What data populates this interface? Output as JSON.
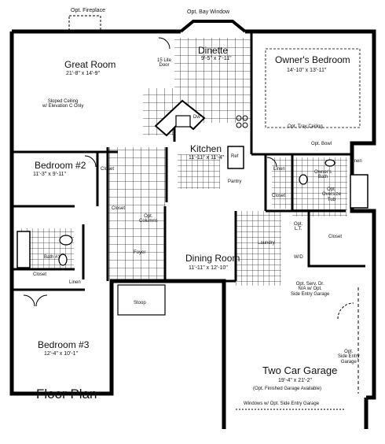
{
  "plan_title": "Floor Plan",
  "rooms": {
    "great_room": {
      "name": "Great Room",
      "dims": "21'-8\" x 14'-9\"",
      "note": "Sloped Ceiling\nw/ Elevation C Only"
    },
    "dinette": {
      "name": "Dinette",
      "dims": "9'-5\" x 7'-11\""
    },
    "owners_bedroom": {
      "name": "Owner's Bedroom",
      "dims": "14'-10\" x 13'-11\"",
      "note": "Opt. Tray Ceiling"
    },
    "kitchen": {
      "name": "Kitchen",
      "dims": "11'-11\" x 11'-4\""
    },
    "bedroom2": {
      "name": "Bedroom #2",
      "dims": "11'-3\" x 9'-11\""
    },
    "dining_room": {
      "name": "Dining Room",
      "dims": "11'-11\" x 12'-10\""
    },
    "bedroom3": {
      "name": "Bedroom #3",
      "dims": "12'-4\" x 10'-1\""
    },
    "garage": {
      "name": "Two Car Garage",
      "dims": "19'-4\" x 21'-2\"",
      "note": "(Opt. Finished Garage Available)"
    }
  },
  "labels": {
    "opt_fireplace": "Opt. Fireplace",
    "opt_bay_window": "Opt. Bay Window",
    "lite_door": "15 Lite\nDoor",
    "dw": "Dw",
    "ref": "Ref",
    "pantry": "Pantry",
    "closet_b2": "Closet",
    "closet_hall": "Closet",
    "opt_columns": "Opt.\nColumns",
    "foyer": "Foyer",
    "bath1": "Bath #1",
    "closet_b3": "Closet",
    "linen_b3": "Linen",
    "stoop": "Stoop",
    "linen_owner": "Linen",
    "closet_owner": "Closet",
    "opt_bowl": "Opt. Bowl",
    "owners_bath": "Owner's\nBath",
    "linen_bath": "Linen",
    "opt_oversize_tub": "Opt.\nOversize\nTub",
    "closet_garage": "Closet",
    "laundry": "Laundry",
    "opt_lt": "Opt.\nL.T.",
    "wd": "W/D",
    "serv_door": "Opt. Serv. Dr.\nN/A w/ Opt.\nSide Entry Garage",
    "side_entry": "Opt.\nSide Entry\nGarage",
    "windows_note": "Windows w/ Opt. Side Entry Garage"
  }
}
